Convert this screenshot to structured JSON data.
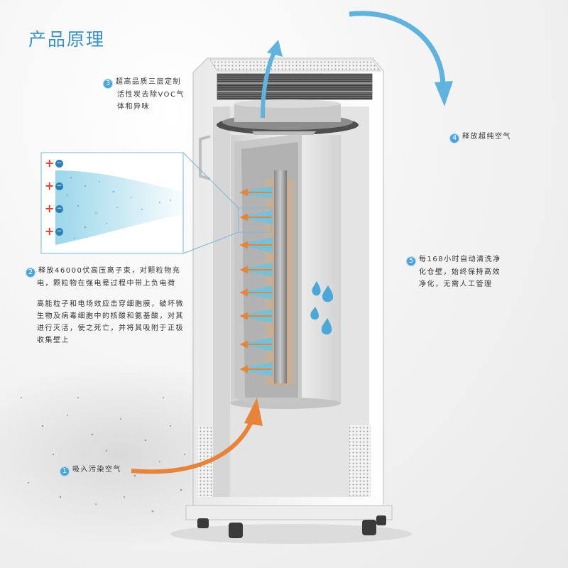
{
  "title": "产品原理",
  "steps": {
    "s1": {
      "num": "1",
      "lines": [
        "吸入污染空气"
      ]
    },
    "s2": {
      "num": "2",
      "lines": [
        "释放46000伏高压离子束，对颗粒物充",
        "电，颗粒物在强电晕过程中带上负电荷"
      ],
      "para2": [
        "高能粒子和电场效应击穿细胞膜，破坏微",
        "生物及病毒细胞中的核酸和氨基酸，对其",
        "进行灭活，使之死亡，并将其吸附于正极",
        "收集壁上"
      ]
    },
    "s3": {
      "num": "3",
      "lines": [
        "超高品质三层定制",
        "活性炭去除VOC气",
        "体和异味"
      ]
    },
    "s4": {
      "num": "4",
      "lines": [
        "释放超纯空气"
      ]
    },
    "s5": {
      "num": "5",
      "lines": [
        "每168小时自动清洗净",
        "化仓壁，始终保持高效",
        "净化，无需人工管理"
      ]
    }
  },
  "inset": {
    "plus_sign": "+",
    "minus_sign": "−",
    "rows": 4
  },
  "colors": {
    "accent_blue": "#3b8fc2",
    "badge_blue": "#4aa3d8",
    "ion_cyan": "#6cc3e0",
    "orange_arrow": "#e8833a",
    "plus_red": "#d9402f",
    "water_drop": "#4aa8d8",
    "cabinet_white": "#f8f8f8"
  },
  "icons": [
    "arrow-up-icon",
    "arrow-curve-down-icon",
    "arrow-curve-up-icon",
    "water-drop-icon",
    "plus-icon",
    "minus-icon",
    "wheel-icon"
  ]
}
